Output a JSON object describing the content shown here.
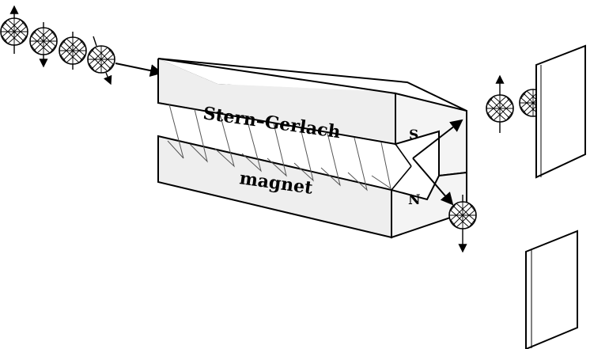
{
  "labels": {
    "magnet_title": "Stern–Gerlach",
    "magnet_caption": "magnet",
    "south_pole": "S",
    "north_pole": "N"
  },
  "colors": {
    "ink": "#000000",
    "face_top": "#ffffff",
    "face_front": "#eeeeee",
    "face_side": "#f4f4f4",
    "hatch": "#555555"
  }
}
